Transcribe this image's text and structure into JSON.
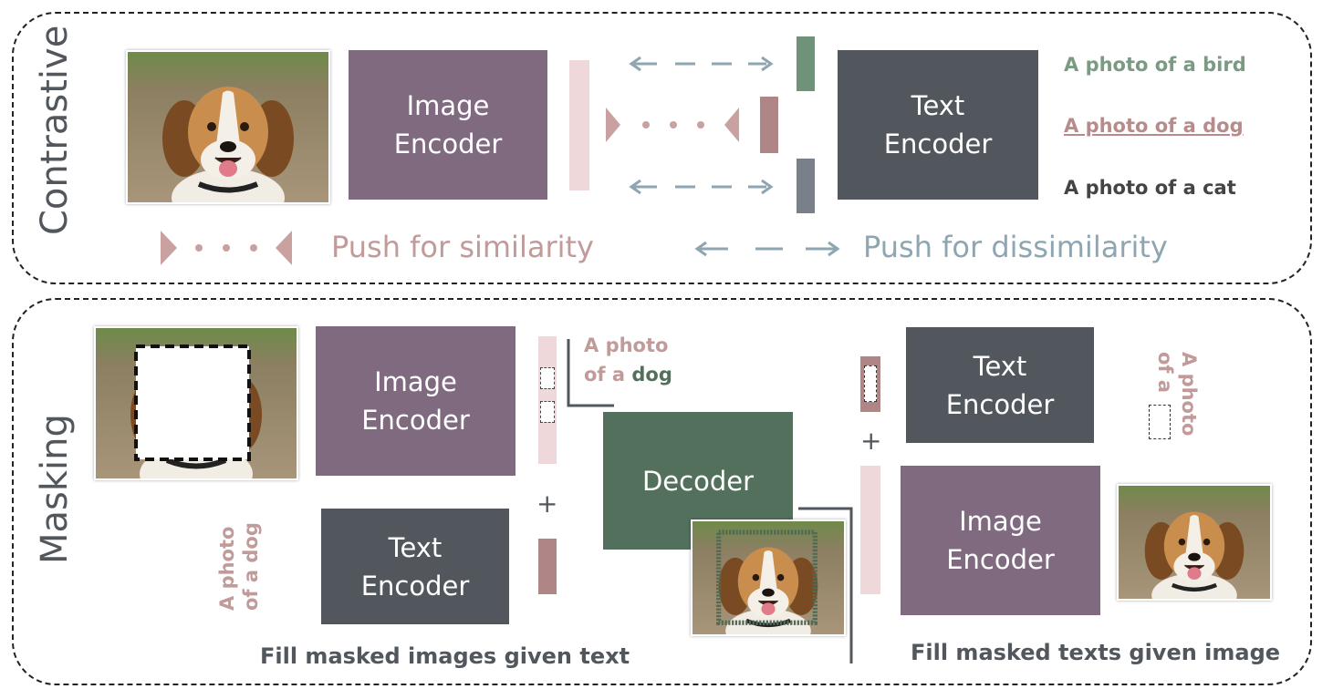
{
  "colors": {
    "image_encoder": "#7f6a80",
    "text_encoder": "#52575d",
    "decoder": "#52705c",
    "similarity": "#c9a1a1",
    "dissimilarity": "#8ea6b2",
    "bird_text": "#7a9a82",
    "dog_text": "#b88b8b",
    "cat_text": "#444444",
    "bar_light_pink": "#eed8d9",
    "bar_rose": "#b08585",
    "bar_green": "#6f9278",
    "bar_gray": "#7a808a"
  },
  "contrastive": {
    "section_label": "Contrastive",
    "image_encoder_label": "Image\nEncoder",
    "text_encoder_label": "Text\nEncoder",
    "captions": [
      {
        "text": "A photo of a bird"
      },
      {
        "text": "A photo of a dog"
      },
      {
        "text": "A photo of a cat"
      }
    ],
    "legend_similarity": "Push for similarity",
    "legend_dissimilarity": "Push for dissimilarity"
  },
  "masking": {
    "section_label": "Masking",
    "left": {
      "image_encoder_label": "Image\nEncoder",
      "text_encoder_label": "Text\nEncoder",
      "caption_part1": "A photo",
      "caption_part2": "of a",
      "caption_word": "dog",
      "vertical_caption_line1": "A photo",
      "vertical_caption_line2": "of a dog",
      "plus": "+",
      "footer": "Fill masked images given text"
    },
    "decoder_label": "Decoder",
    "right": {
      "text_encoder_label": "Text\nEncoder",
      "image_encoder_label": "Image\nEncoder",
      "vertical_caption_line1": "A photo",
      "vertical_caption_line2": "of a",
      "plus": "+",
      "footer": "Fill masked texts given image"
    }
  },
  "icons": {
    "dog_photo": "dog-photo-icon",
    "masked_photo": "masked-dog-photo-icon",
    "reconstructed_photo": "reconstructed-dog-photo-icon"
  }
}
